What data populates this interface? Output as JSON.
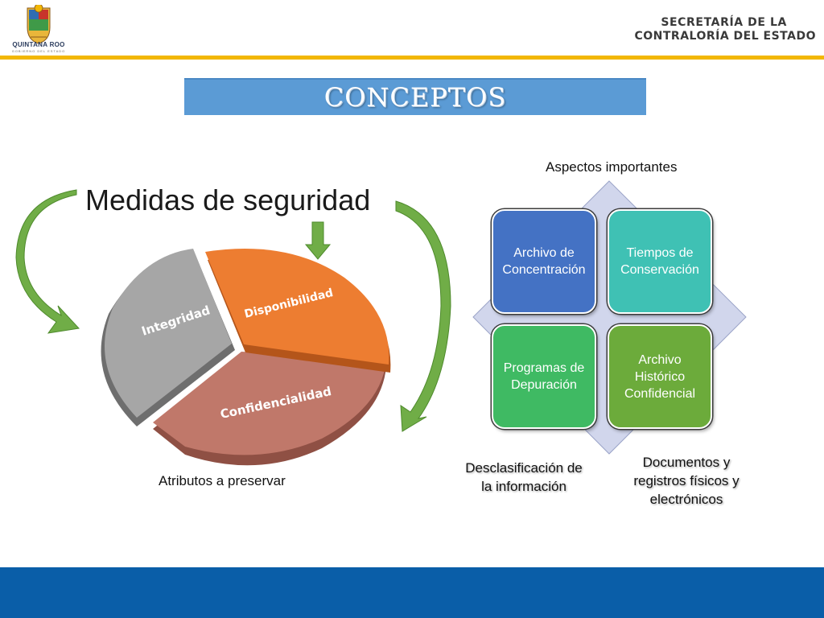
{
  "header": {
    "logo_caption": "QUINTANA ROO",
    "logo_subcaption": "GOBIERNO DEL ESTADO",
    "org_line1": "SECRETARÍA DE LA",
    "org_line2": "CONTRALORÍA DEL ESTADO"
  },
  "title": "CONCEPTOS",
  "left": {
    "heading": "Medidas de seguridad",
    "caption": "Atributos a preservar",
    "segments": {
      "integrity": "Integridad",
      "availability": "Disponibilidad",
      "confidentiality": "Confidencialidad"
    }
  },
  "right": {
    "top_label": "Aspectos importantes",
    "quadrants": [
      {
        "text": "Archivo de Concentración"
      },
      {
        "text": "Tiempos de Conservación"
      },
      {
        "text": "Programas de Depuración"
      },
      {
        "text": "Archivo Histórico Confidencial"
      }
    ],
    "bottom_left": "Desclasificación de la información",
    "bottom_right": "Documentos y registros físicos y electrónicos"
  },
  "colors": {
    "gold": "#f2b705",
    "title_bg": "#5b9bd5",
    "footer": "#0a5ea8",
    "integrity": "#a6a6a6",
    "availability": "#ed7d31",
    "confidentiality": "#c0786a",
    "arrow": "#70ad47"
  }
}
